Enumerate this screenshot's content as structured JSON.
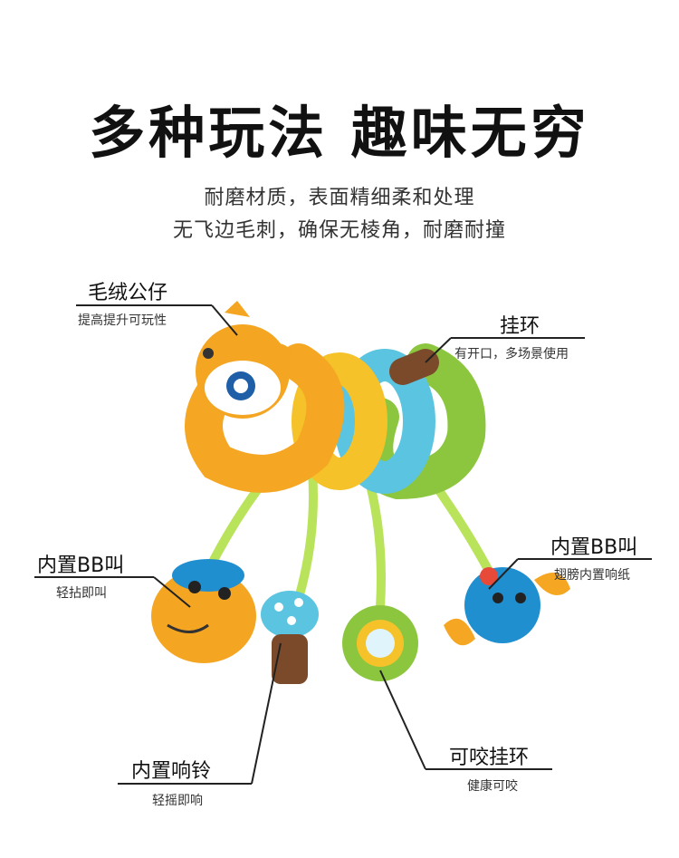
{
  "title": "多种玩法 趣味无穷",
  "subtitle_lines": [
    "耐磨材质，表面精细柔和处理",
    "无飞边毛刺，确保无棱角，耐磨耐撞"
  ],
  "callouts": {
    "plush": {
      "label": "毛绒公仔",
      "desc": "提高提升可玩性"
    },
    "hanger": {
      "label": "挂环",
      "desc": "有开口，多场景使用"
    },
    "bb_left": {
      "label": "内置BB叫",
      "desc": "轻拈即叫"
    },
    "bb_right": {
      "label": "内置BB叫",
      "desc": "翅膀内置响纸"
    },
    "bell": {
      "label": "内置响铃",
      "desc": "轻摇即响"
    },
    "teether": {
      "label": "可咬挂环",
      "desc": "健康可咬"
    }
  }
}
